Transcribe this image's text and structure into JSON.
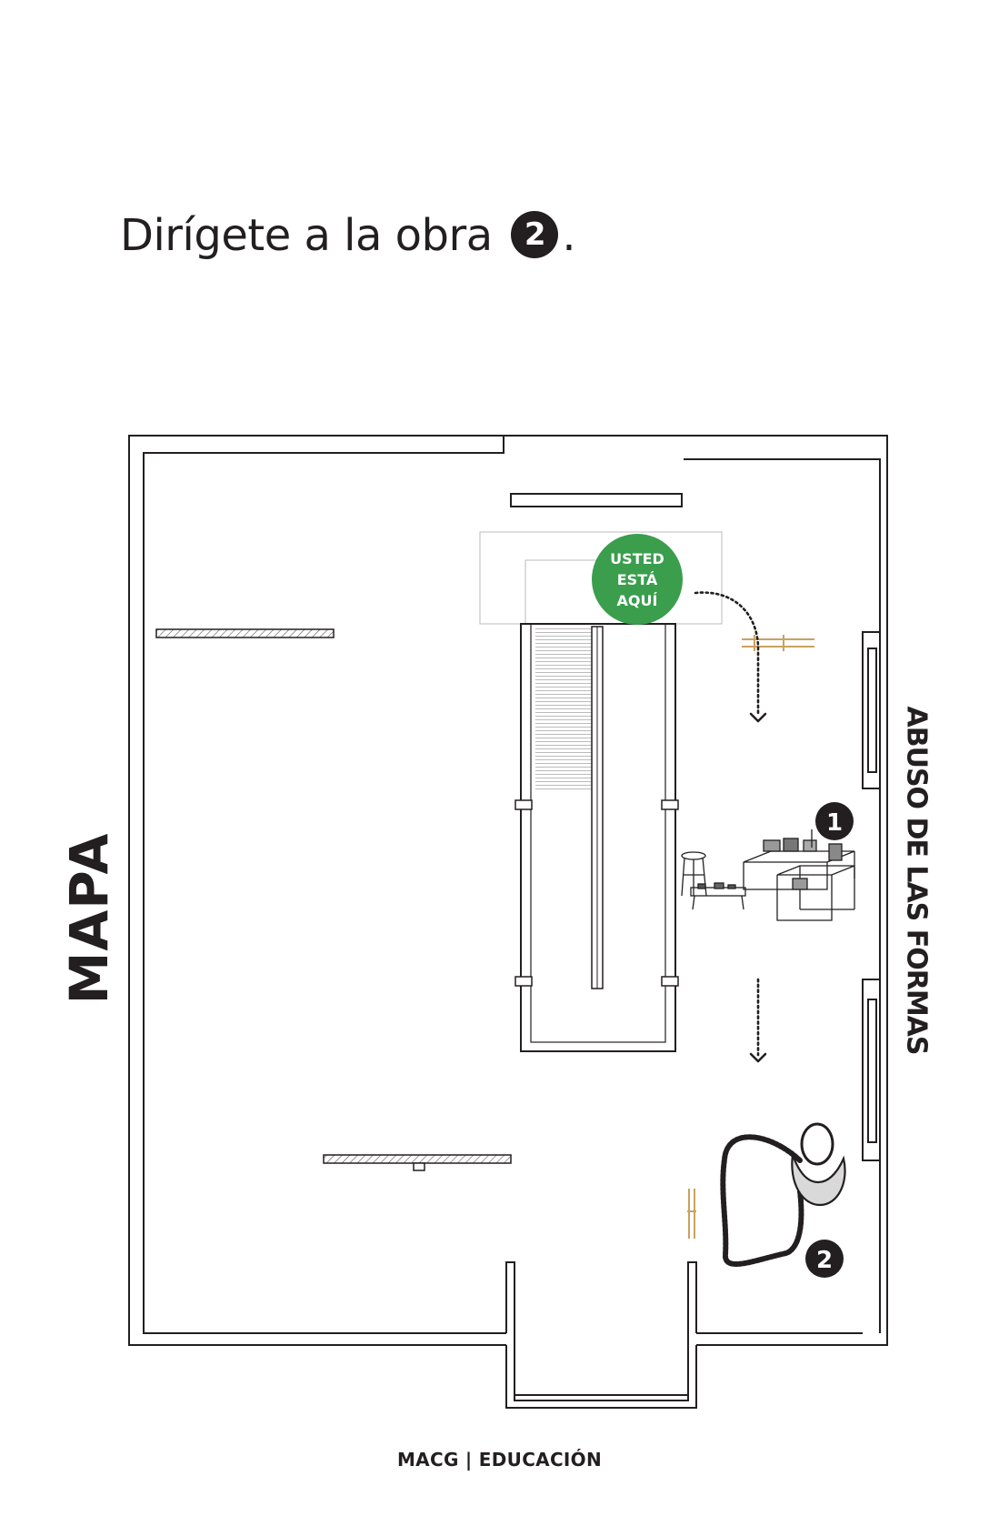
{
  "instruction": {
    "text": "Dirígete a la obra",
    "marker_number": "2",
    "suffix": "."
  },
  "map": {
    "side_title": "MAPA",
    "exhibition_title": "ABUSO DE LAS FORMAS",
    "you_are_here": [
      "USTED",
      "ESTÁ",
      "AQUÍ"
    ],
    "markers": [
      {
        "number": "1"
      },
      {
        "number": "2"
      }
    ],
    "colors": {
      "walls": "#231f20",
      "you_are_here": "#3a9e4d",
      "door_accent": "#c9a35e"
    }
  },
  "footer": {
    "text": "MACG | EDUCACIÓN"
  }
}
